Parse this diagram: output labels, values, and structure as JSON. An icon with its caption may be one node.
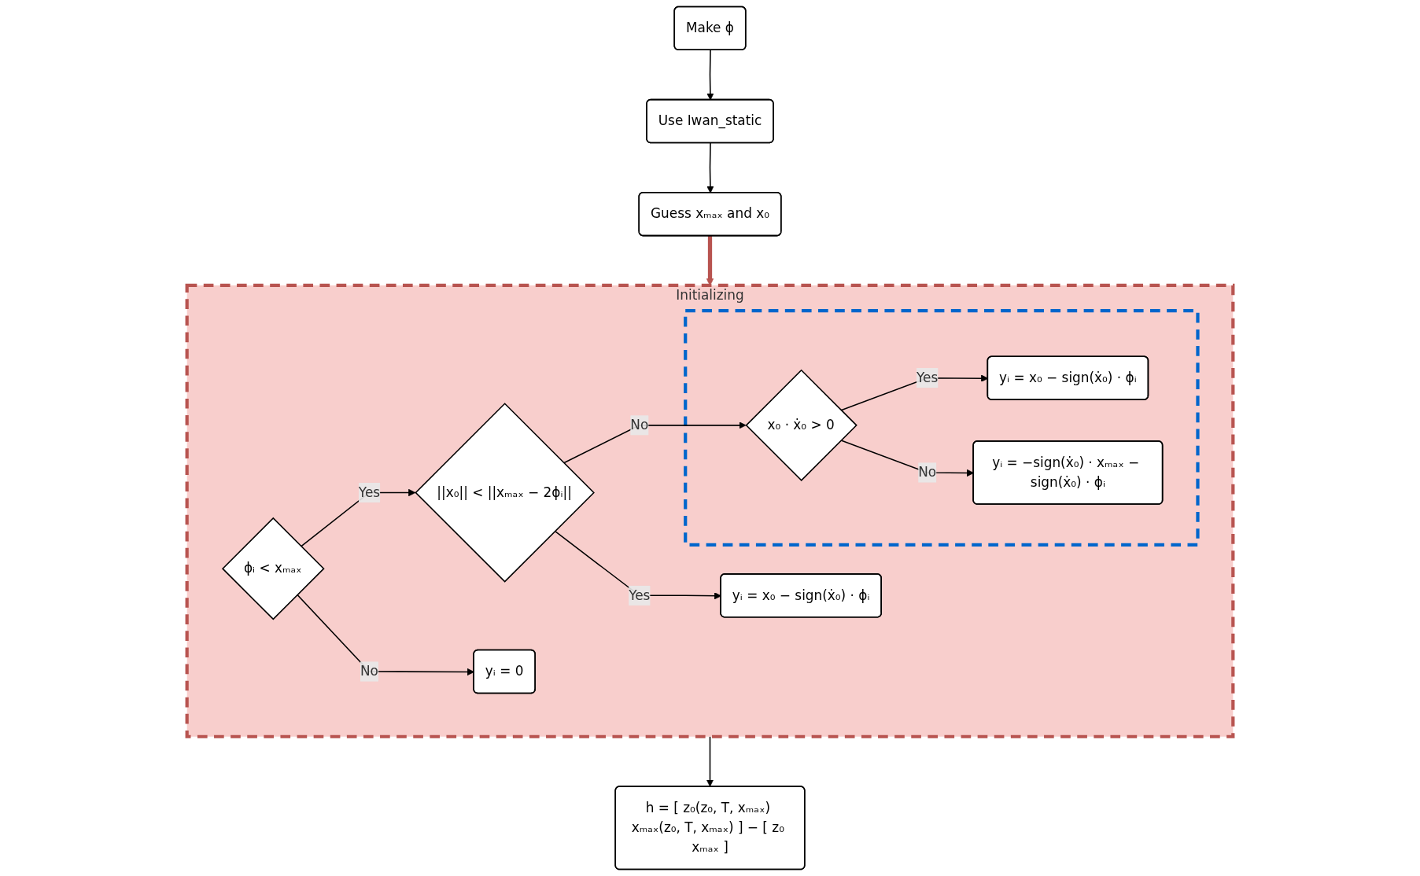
{
  "diagram": {
    "nodes": [
      {
        "text": [
          "Guess xₘₐₓ and x₀"
        ]
      },
      {
        "text": [
          "Use Iwan_static"
        ]
      },
      {
        "text": [
          "Make ϕ"
        ]
      },
      {
        "text": [
          "Initializing"
        ]
      },
      {
        "text": [
          "ϕᵢ < xₘₐₓ"
        ],
        "in": 3
      },
      {
        "text": [
          "||x₀|| < ||xₘₐₓ − 2ϕᵢ||"
        ],
        "in": 3
      },
      {
        "text": [
          "yᵢ = 0"
        ],
        "in": 3
      },
      {
        "text": [
          "yᵢ = x₀ − sign(ẋ₀) · ϕᵢ"
        ],
        "in": 3
      },
      {
        "text": [],
        "shape": "box",
        "in": 3
      },
      {
        "text": [
          "x₀ · ẋ₀ > 0"
        ],
        "in": 8
      },
      {
        "text": [
          "yᵢ = x₀ − sign(ẋ₀) · ϕᵢ"
        ],
        "in": 8
      },
      {
        "text": [
          "yᵢ = −sign(ẋ₀) · xₘₐₓ − sign(ẋ₀) · ϕᵢ"
        ],
        "in": 8
      },
      {
        "text": [
          "h = [ z₀(z₀, T, xₘₐₓ) xₘₐₓ(z₀, T, xₘₐₓ) ] − [ z₀ xₘₐₓ ]"
        ]
      }
    ],
    "edges": [
      {
        "from": 2,
        "to": 1,
        "arrow": "to"
      },
      {
        "from": 1,
        "to": 0,
        "arrow": "to"
      },
      {
        "from": 0,
        "to": 3,
        "arrow": "to",
        "style": "thick",
        "color": "#b85450"
      },
      {
        "from": 4,
        "to": 5,
        "label": "Yes",
        "arrow": "to"
      },
      {
        "from": 4,
        "to": 6,
        "label": "No",
        "arrow": "to"
      },
      {
        "from": 5,
        "to": 9,
        "label": "No",
        "arrow": "to"
      },
      {
        "from": 5,
        "to": 7,
        "label": "Yes",
        "arrow": "to"
      },
      {
        "from": 9,
        "to": 10,
        "label": "Yes",
        "arrow": "to"
      },
      {
        "from": 9,
        "to": 11,
        "label": "No",
        "arrow": "to"
      },
      {
        "from": 3,
        "to": 12,
        "arrow": "to"
      }
    ]
  }
}
